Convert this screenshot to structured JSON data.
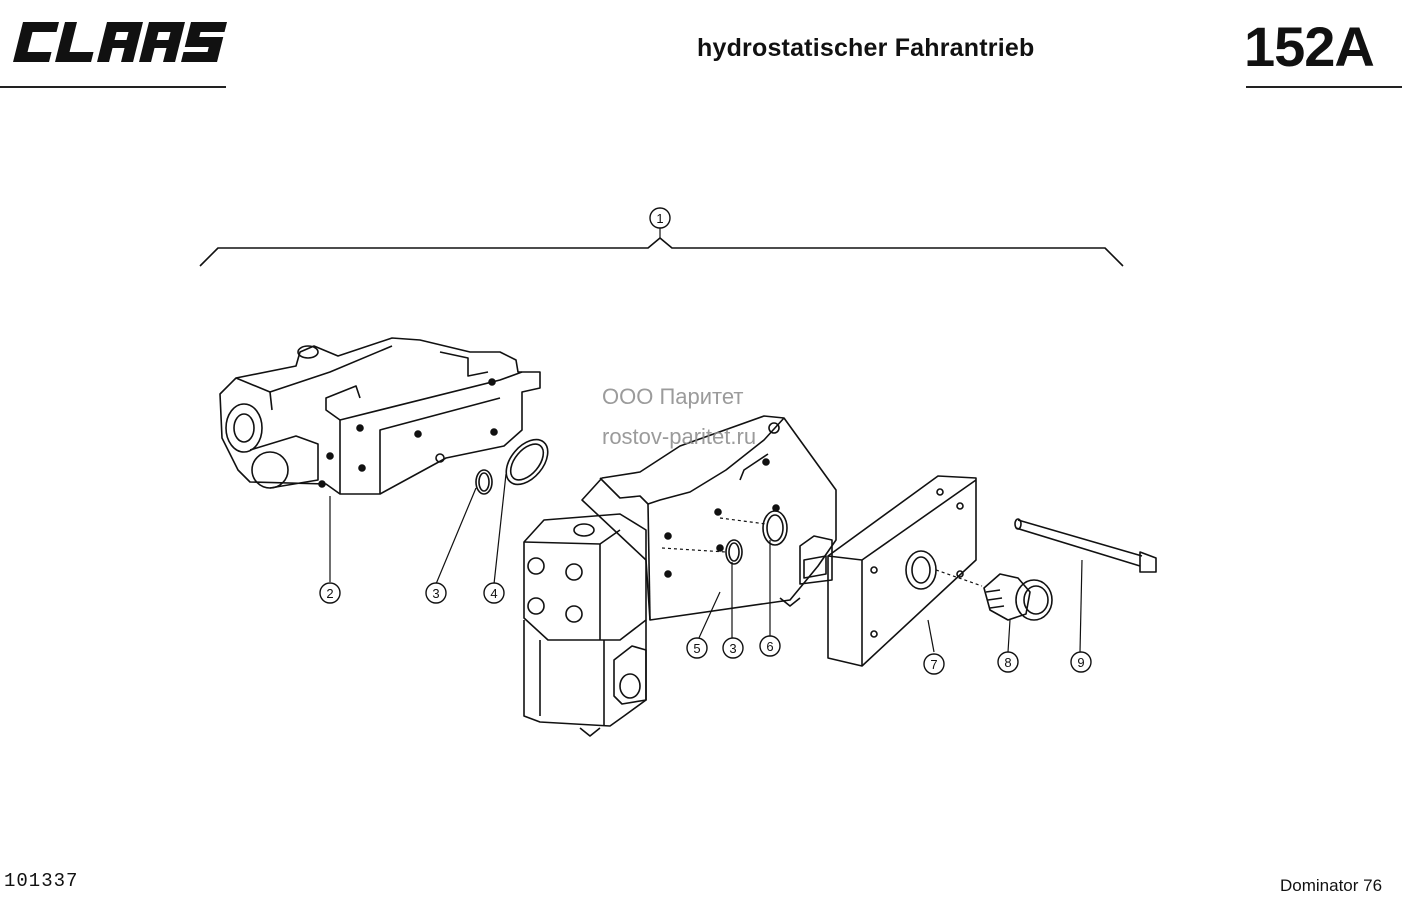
{
  "header": {
    "brand": "CLAAS",
    "title": "hydrostatischer Fahrantrieb",
    "page_code": "152A"
  },
  "watermark": {
    "line1": "ООО Паритет",
    "line2": "rostov-paritet.ru"
  },
  "callouts": [
    "1",
    "2",
    "3",
    "4",
    "5",
    "3",
    "6",
    "7",
    "8",
    "9"
  ],
  "footer": {
    "drawing_number": "101337",
    "model": "Dominator 76"
  }
}
